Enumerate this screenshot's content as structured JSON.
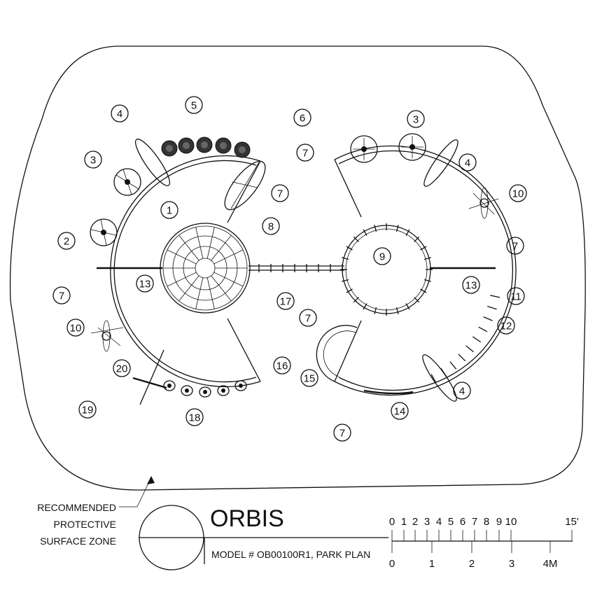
{
  "callouts": [
    {
      "label": "5"
    },
    {
      "label": "4"
    },
    {
      "label": "6"
    },
    {
      "label": "3"
    },
    {
      "label": "3"
    },
    {
      "label": "7"
    },
    {
      "label": "4"
    },
    {
      "label": "1"
    },
    {
      "label": "7"
    },
    {
      "label": "10"
    },
    {
      "label": "8"
    },
    {
      "label": "2"
    },
    {
      "label": "9"
    },
    {
      "label": "7"
    },
    {
      "label": "13"
    },
    {
      "label": "13"
    },
    {
      "label": "7"
    },
    {
      "label": "17"
    },
    {
      "label": "11"
    },
    {
      "label": "7"
    },
    {
      "label": "10"
    },
    {
      "label": "12"
    },
    {
      "label": "16"
    },
    {
      "label": "20"
    },
    {
      "label": "15"
    },
    {
      "label": "4"
    },
    {
      "label": "19"
    },
    {
      "label": "14"
    },
    {
      "label": "18"
    },
    {
      "label": "7"
    }
  ],
  "legend": {
    "zone_line1": "RECOMMENDED",
    "zone_line2": "PROTECTIVE",
    "zone_line3": "SURFACE ZONE"
  },
  "title": {
    "name": "ORBIS",
    "model": "MODEL # OB00100R1, PARK PLAN"
  },
  "scale": {
    "feet_ticks": [
      "0",
      "1",
      "2",
      "3",
      "4",
      "5",
      "6",
      "7",
      "8",
      "9",
      "10",
      "15'"
    ],
    "meter_ticks": [
      "0",
      "1",
      "2",
      "3",
      "4M"
    ]
  }
}
